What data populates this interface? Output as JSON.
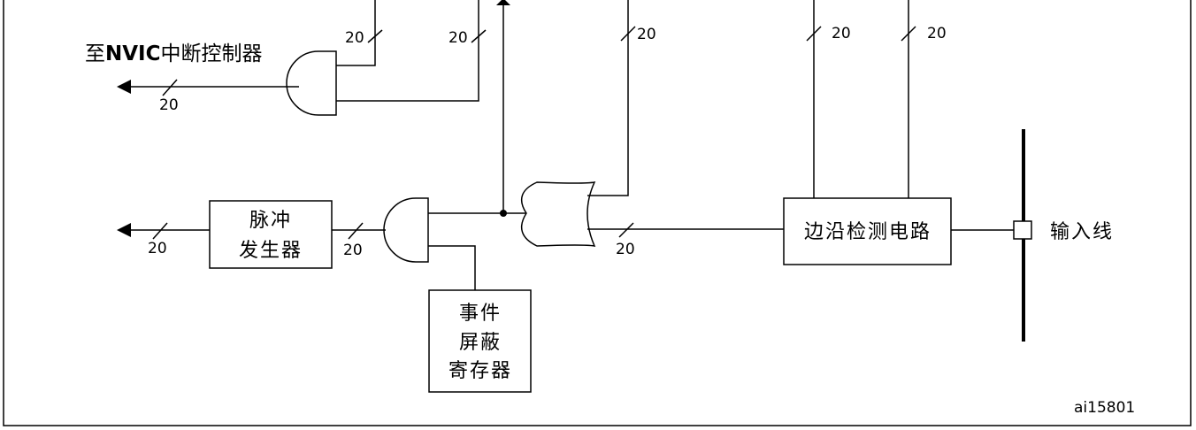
{
  "labels": {
    "nvic_prefix": "至",
    "nvic_bold": "NVIC",
    "nvic_suffix": "中断控制器",
    "pulse_line1": "脉冲",
    "pulse_line2": "发生器",
    "event_line1": "事件",
    "event_line2": "屏蔽",
    "event_line3": "寄存器",
    "edge_detect": "边沿检测电路",
    "input_line": "输入线",
    "figure_id": "ai15801"
  },
  "bus_widths": {
    "top_left_a": "20",
    "top_left_b": "20",
    "top_mid": "20",
    "top_right_a": "20",
    "top_right_b": "20",
    "nvic_out": "20",
    "pulse_out": "20",
    "pulse_in": "20",
    "or_out": "20"
  }
}
